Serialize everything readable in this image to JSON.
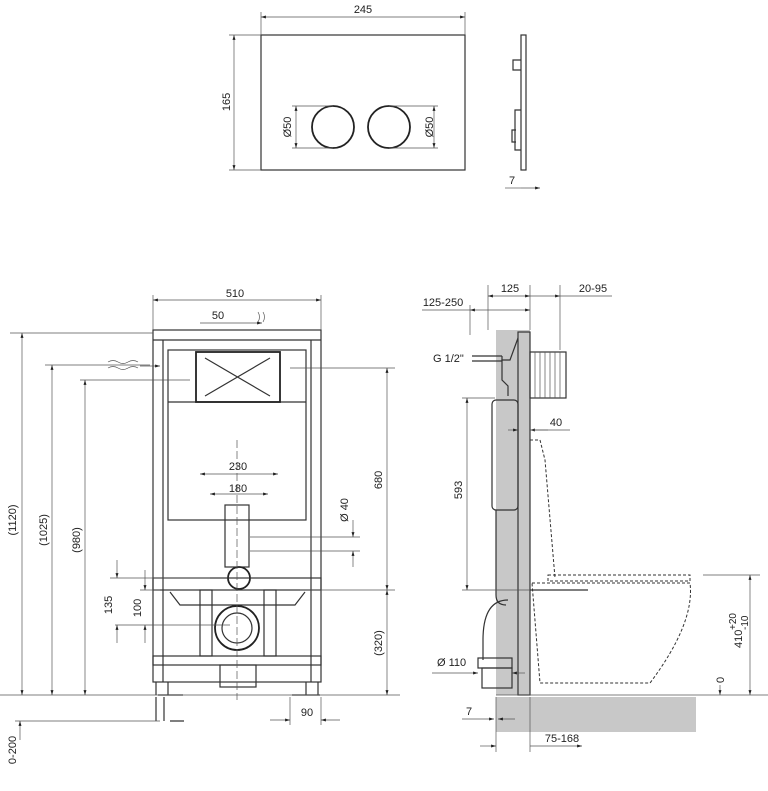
{
  "flush_plate": {
    "width": "245",
    "height": "165",
    "button_left": "Ø50",
    "button_right": "Ø50",
    "depth": "7"
  },
  "front_view": {
    "width": "510",
    "offset": "50",
    "bolt_spacing_outer": "230",
    "bolt_spacing_inner": "180",
    "flush_pipe": "Ø 40",
    "tank_height": "680",
    "bracket_height": "(320)",
    "drain_135": "135",
    "drain_100": "100",
    "total_height": "(1120)",
    "height_1025": "(1025)",
    "height_980": "(980)",
    "foot_width": "90",
    "foot_adjust": "0-200"
  },
  "side_view": {
    "frame_depth": "125",
    "plate_offset": "20-95",
    "supply_range": "125-250",
    "supply_thread": "G 1/2\"",
    "wall_offset": "40",
    "height_593": "593",
    "drain_diameter": "Ø 110",
    "gap": "7",
    "wall_range": "75-168",
    "seat_height": "410",
    "tolerance_plus": "+20",
    "tolerance_minus": "-10",
    "floor_level": "0"
  }
}
